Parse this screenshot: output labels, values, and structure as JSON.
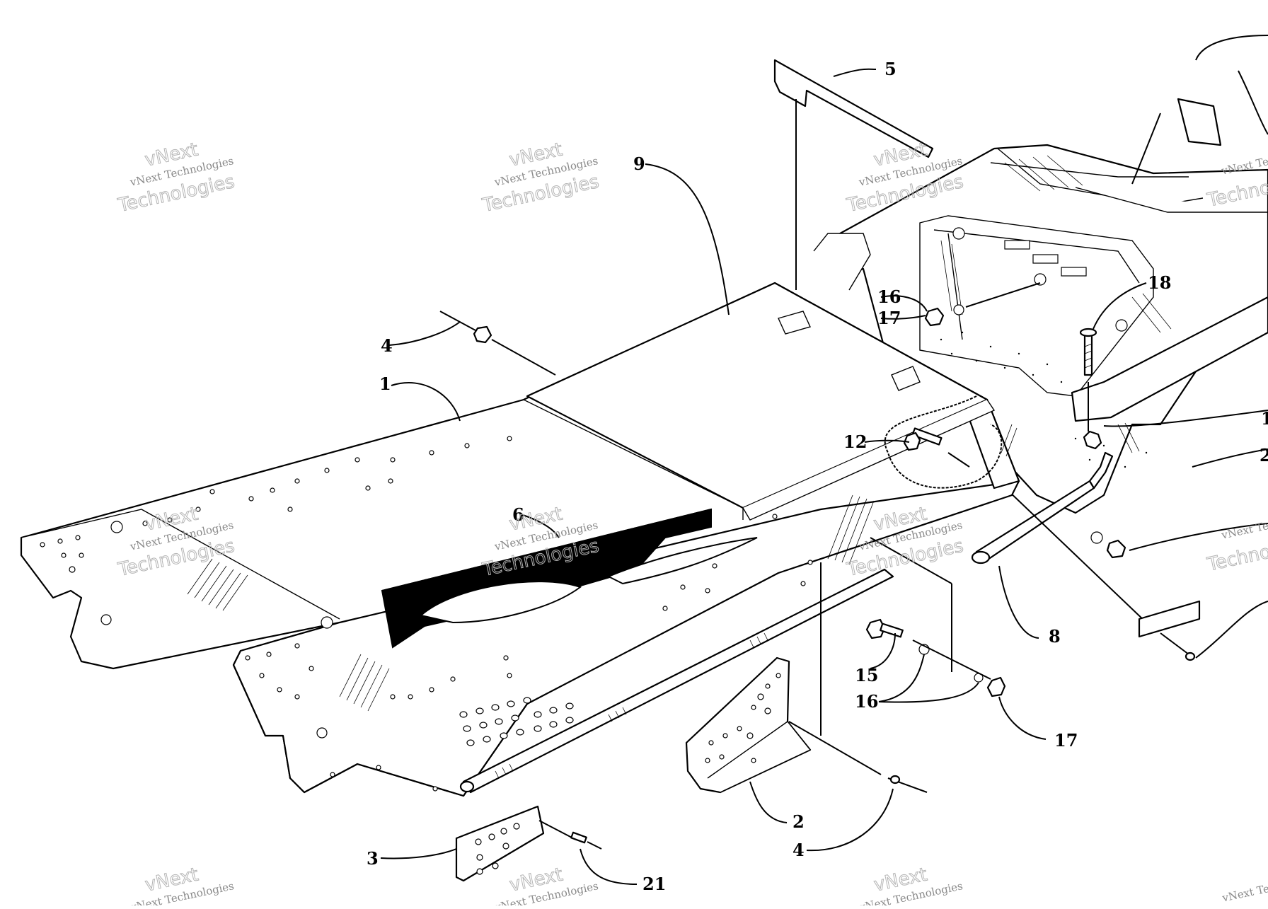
{
  "watermark": {
    "company": "vNext Technologies",
    "word_top": "vNext",
    "word_bottom": "Technologies"
  },
  "callouts": {
    "c1": "1",
    "c2": "2",
    "c3": "3",
    "c4_top": "4",
    "c4_bottom": "4",
    "c5": "5",
    "c6": "6",
    "c8": "8",
    "c9": "9",
    "c12": "12",
    "c15": "15",
    "c16_top": "16",
    "c16_bottom": "16",
    "c17_top": "17",
    "c17_bottom": "17",
    "c18": "18",
    "c21": "21",
    "c_right_1": "1",
    "c_right_2": "2"
  },
  "colors": {
    "ink": "#000000",
    "paper": "#ffffff",
    "watermark": "#8a8a8a"
  }
}
